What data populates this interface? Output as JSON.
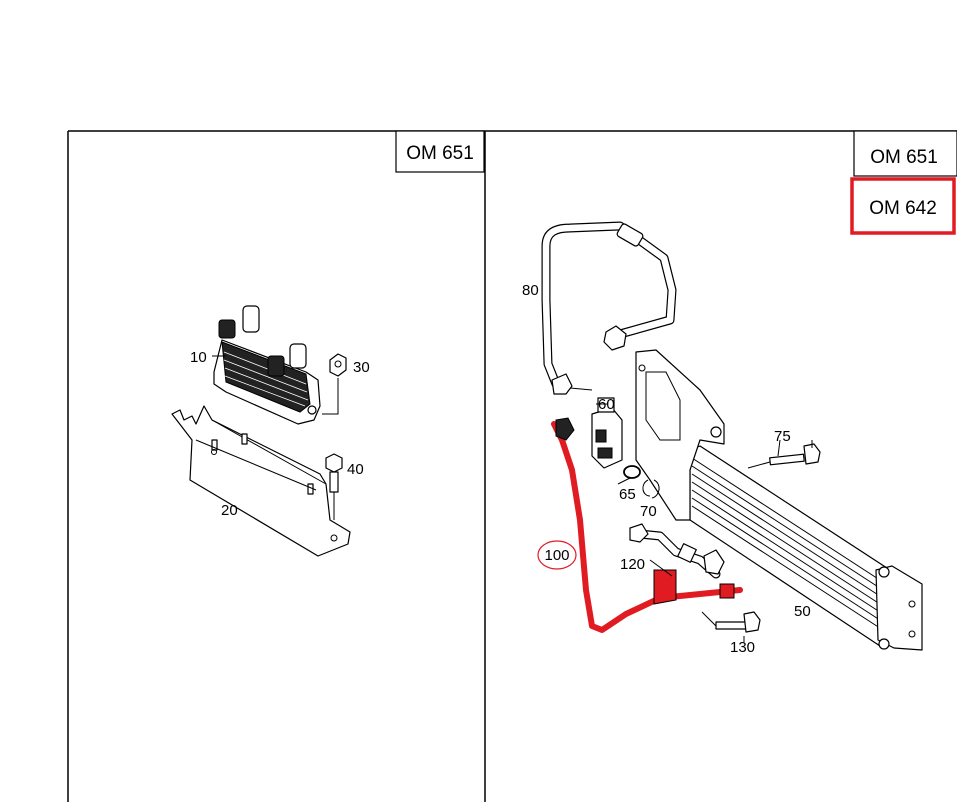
{
  "colors": {
    "highlight": "#e11b22",
    "line": "#000000",
    "background": "#ffffff"
  },
  "left_panel": {
    "engine_tag": "OM 651",
    "labels": {
      "p10": "10",
      "p20": "20",
      "p30": "30",
      "p40": "40"
    }
  },
  "right_panel": {
    "engine_tags": [
      "OM 651",
      "OM 642"
    ],
    "selected_engine_tag": "OM 642",
    "labels": {
      "p50": "50",
      "p60": "60",
      "p65": "65",
      "p70": "70",
      "p75": "75",
      "p80": "80",
      "p100": "100",
      "p120": "120",
      "p130": "130"
    },
    "highlighted_part": "100"
  }
}
